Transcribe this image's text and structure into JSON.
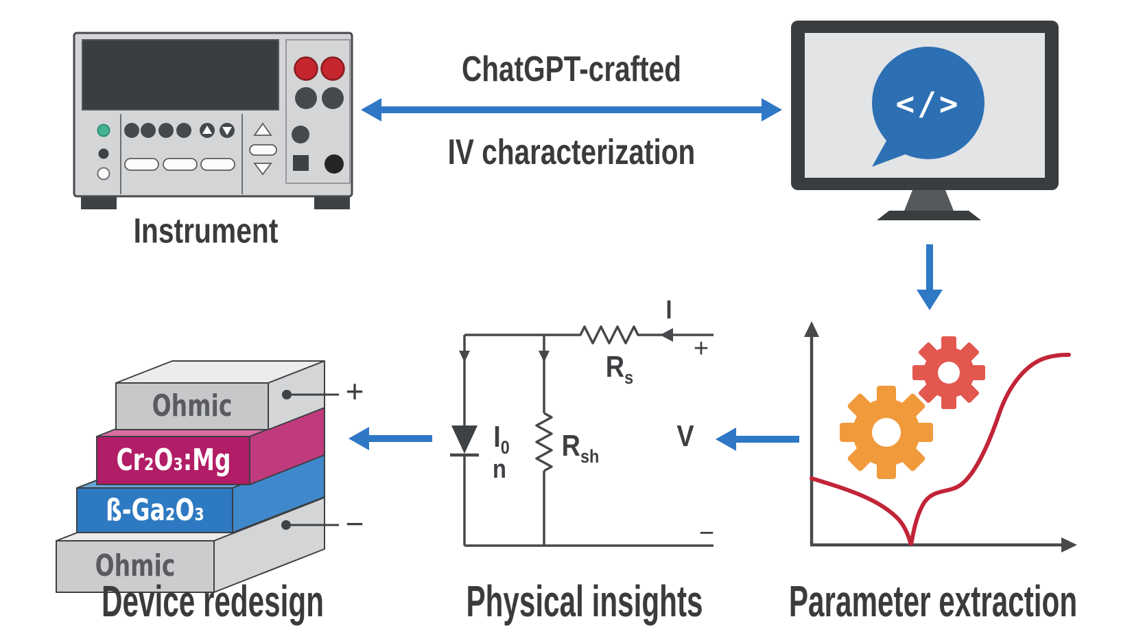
{
  "colors": {
    "arrow_blue": "#2e78c5",
    "bubble_blue": "#2d6fb3",
    "curve_red": "#c22438",
    "gear_orange": "#f09a3c",
    "gear_red": "#e2574e",
    "layer_magenta": "#b11d66",
    "layer_blue": "#2e7ac2",
    "jack_red": "#c5262e",
    "led_green": "#43b392",
    "line_dark": "#46484b"
  },
  "flow": {
    "caption_line1": "ChatGPT-crafted",
    "caption_line2": "IV characterization"
  },
  "instrument": {
    "label": "Instrument"
  },
  "monitor": {
    "code_symbol": "</>"
  },
  "parameter_extraction": {
    "label": "Parameter extraction"
  },
  "physical_insights": {
    "label": "Physical insights",
    "current": "I",
    "plus": "+",
    "voltage": "V",
    "minus": "−",
    "saturation_current": {
      "base": "I",
      "sub": "0"
    },
    "ideality_factor": "n",
    "series_resistance": {
      "base": "R",
      "sub": "s"
    },
    "shunt_resistance": {
      "base": "R",
      "sub": "sh"
    }
  },
  "device_redesign": {
    "label": "Device redesign",
    "plus": "+",
    "minus": "−",
    "layers": [
      {
        "name": "Ohmic"
      },
      {
        "name": "Cr₂O₃:Mg"
      },
      {
        "name": "ß-Ga₂O₃"
      },
      {
        "name": "Ohmic"
      }
    ]
  }
}
